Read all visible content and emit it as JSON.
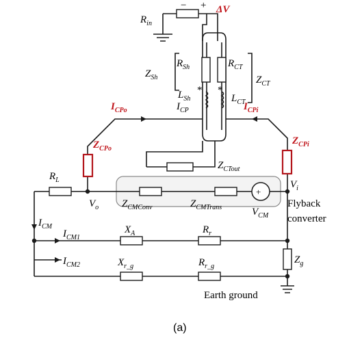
{
  "labels": {
    "rin": "R",
    "rin_sub": "in",
    "deltav": "ΔV",
    "rsh": "R",
    "rsh_sub": "Sh",
    "rct": "R",
    "rct_sub": "CT",
    "zsh": "Z",
    "zsh_sub": "Sh",
    "zct": "Z",
    "zct_sub": "CT",
    "lsh": "L",
    "lsh_sub": "Sh",
    "lct": "L",
    "lct_sub": "CT",
    "icp": "I",
    "icp_sub": "CP",
    "icpo": "I",
    "icpo_sub": "CPo",
    "icpi": "I",
    "icpi_sub": "CPi",
    "zcpo": "Z",
    "zcpo_sub": "CPo",
    "zcpi": "Z",
    "zcpi_sub": "CPi",
    "zctout": "Z",
    "zctout_sub": "CTout",
    "rl": "R",
    "rl_sub": "L",
    "vi": "V",
    "vi_sub": "i",
    "vo": "V",
    "vo_sub": "o",
    "zcmconv": "Z",
    "zcmconv_sub": "CMConv",
    "zcmtrans": "Z",
    "zcmtrans_sub": "CMTrans",
    "vcm": "V",
    "vcm_sub": "CM",
    "flyback": "Flyback",
    "converter": "converter",
    "icm": "I",
    "icm_sub": "CM",
    "icm1": "I",
    "icm1_sub": "CM1",
    "icm2": "I",
    "icm2_sub": "CM2",
    "xa": "X",
    "xa_sub": "A",
    "rr": "R",
    "rr_sub": "r",
    "xrg": "X",
    "xrg_sub": "r_g",
    "rrg": "R",
    "rrg_sub": "r_g",
    "zg": "Z",
    "zg_sub": "g",
    "earth": "Earth ground",
    "star1": "*",
    "star2": "*",
    "plus": "+",
    "minus": "−",
    "src_plus": "+",
    "caption": "(a)"
  },
  "colors": {
    "accent": "#c0141a",
    "wire": "#1a1a1a",
    "panel": "#f3f3f3"
  }
}
